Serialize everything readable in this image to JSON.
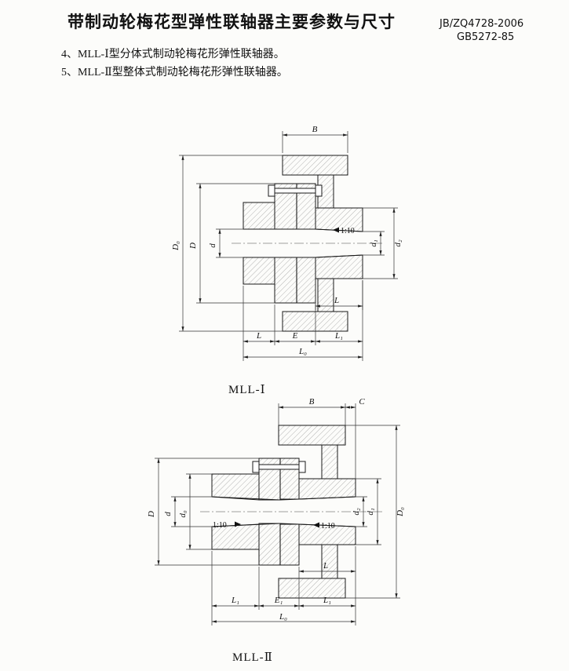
{
  "header": {
    "title": "带制动轮梅花型弹性联轴器主要参数与尺寸",
    "standard_1": "JB/ZQ4728-2006",
    "standard_2": "GB5272-85"
  },
  "notes": {
    "item_4": "4、MLL-Ⅰ型分体式制动轮梅花形弹性联轴器。",
    "item_5": "5、MLL-Ⅱ型整体式制动轮梅花形弹性联轴器。"
  },
  "diagram_mll1": {
    "caption": "MLL-Ⅰ",
    "dims": {
      "B": "B",
      "D0": "D₀",
      "D": "D",
      "d": "d",
      "d1": "d₁",
      "d2": "d₂",
      "taper": "1:10",
      "L_hub": "L",
      "L": "L",
      "E": "E",
      "L1": "L₁",
      "L0": "L₀"
    }
  },
  "diagram_mll2": {
    "caption": "MLL-Ⅱ",
    "dims": {
      "B": "B",
      "C": "C",
      "D": "D",
      "d": "d",
      "d0": "d₀",
      "d1": "d₁",
      "d2": "d₂",
      "D0": "D₀",
      "taper_left": "1:10",
      "taper_right": "1:10",
      "L_hub": "L",
      "L1_left": "L₁",
      "E1": "E₁",
      "L1_right": "L₁",
      "L0": "L₀"
    }
  }
}
